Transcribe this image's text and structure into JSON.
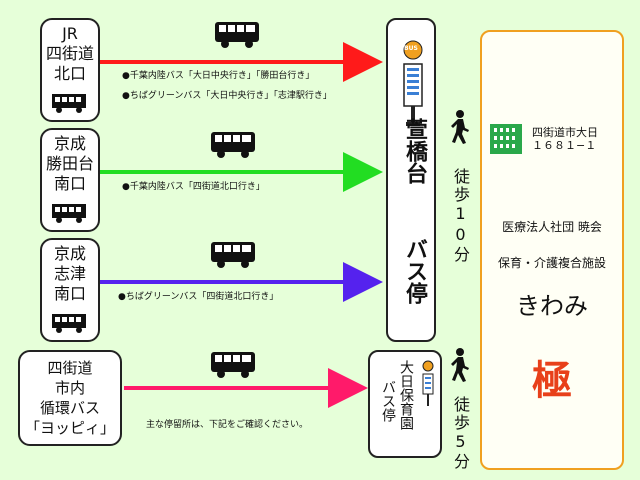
{
  "origins": [
    {
      "label": "JR\n四街道\n北口"
    },
    {
      "label": "京成\n勝田台\n南口"
    },
    {
      "label": "京成\n志津\n南口"
    },
    {
      "label": "四街道\n市内\n循環バス\n「ヨッピィ」"
    }
  ],
  "routes": [
    {
      "notes": [
        "●千葉内陸バス「大日中央行き」「勝田台行き」",
        "●ちばグリーンバス「大日中央行き」「志津駅行き」"
      ],
      "color": "#ff1a1a"
    },
    {
      "notes": [
        "●千葉内陸バス「四街道北口行き」"
      ],
      "color": "#22dd22"
    },
    {
      "notes": [
        "●ちばグリーンバス「四街道北口行き」"
      ],
      "color": "#5522ee"
    },
    {
      "notes": [
        "主な停留所は、下記をご確認ください。"
      ],
      "color": "#ff1a6a"
    }
  ],
  "stops": {
    "main": {
      "name_line1": "萱橋台",
      "name_line2": "バス停",
      "sign": "BUS"
    },
    "secondary": {
      "name_line1": "大日保育園",
      "name_line2": "バス停"
    }
  },
  "walks": {
    "main": "徒歩10分",
    "secondary": "徒歩5分"
  },
  "destination": {
    "address": "四街道市大日\n１６８１−１",
    "org": "医療法人社団 暁会",
    "facility_type": "保育・介護複合施設",
    "name": "きわみ",
    "logo_char": "極"
  },
  "colors": {
    "accent_orange": "#f0a020",
    "logo_red": "#e8401a"
  }
}
